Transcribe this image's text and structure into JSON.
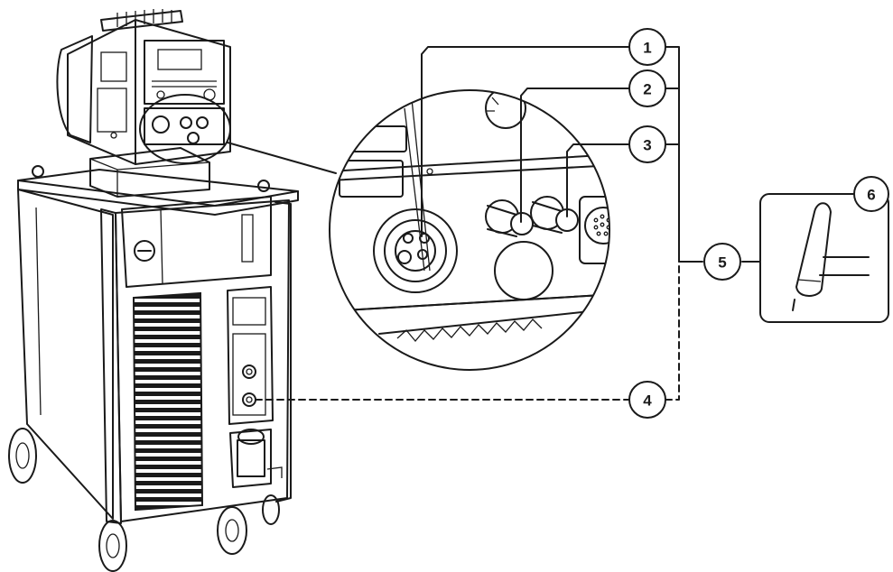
{
  "callouts": [
    {
      "id": "1",
      "label": "1"
    },
    {
      "id": "2",
      "label": "2"
    },
    {
      "id": "3",
      "label": "3"
    },
    {
      "id": "4",
      "label": "4"
    },
    {
      "id": "5",
      "label": "5"
    },
    {
      "id": "6",
      "label": "6"
    }
  ],
  "icons": {
    "machine": "welding-power-source-icon",
    "feeder": "wire-feeder-icon",
    "zoom": "connector-panel-magnified-icon",
    "torch": "welding-torch-icon"
  },
  "colors": {
    "line": "#1a1a1a",
    "background": "#ffffff"
  }
}
